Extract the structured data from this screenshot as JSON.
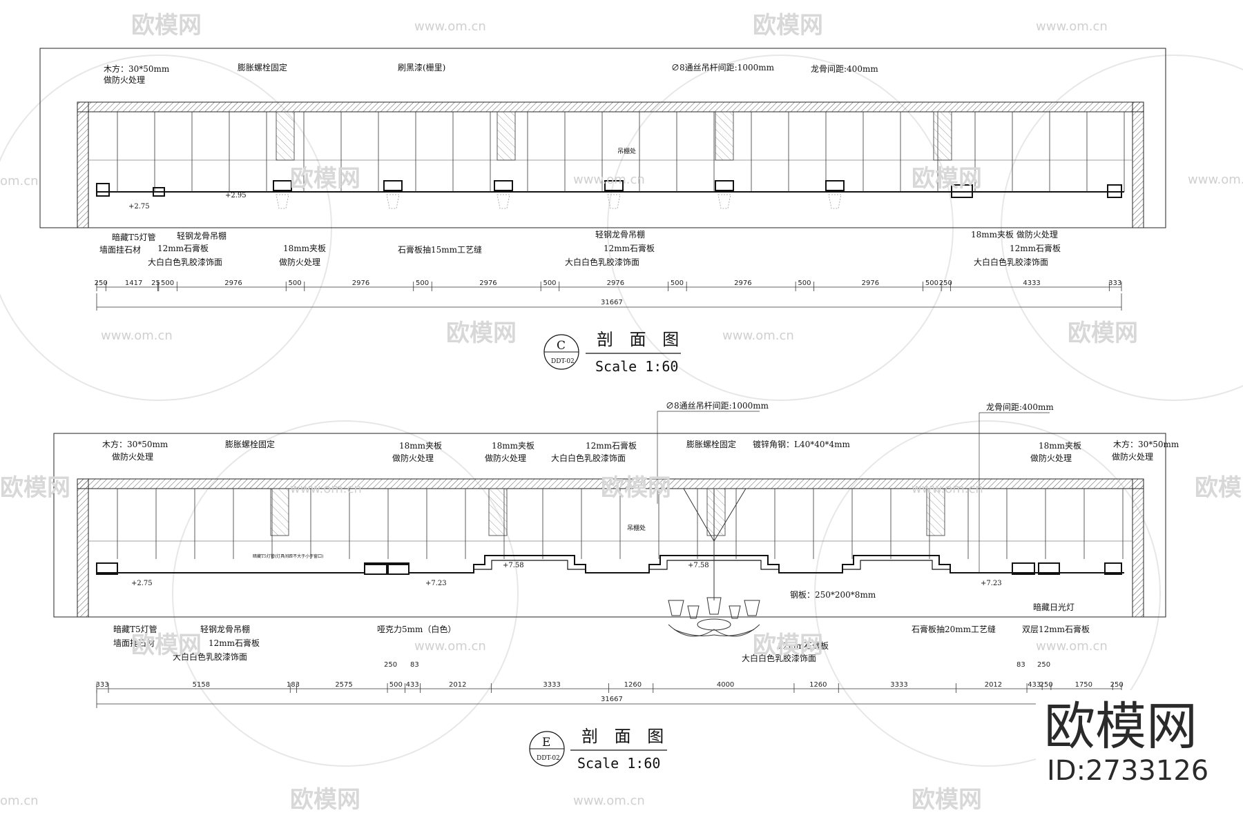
{
  "watermark": {
    "brand": "欧模网",
    "url": "www.om.cn",
    "url_short": "om.cn"
  },
  "corner": {
    "brand": "欧模网",
    "id": "ID:2733126"
  },
  "section_c": {
    "tag": "C",
    "sheet": "DDT-02",
    "title": "剖 面 图",
    "scale": "Scale 1:60",
    "top_labels": [
      {
        "text": "木方：30*50mm",
        "line2": "做防火处理"
      },
      {
        "text": "膨胀螺栓固定"
      },
      {
        "text": "刷黑漆(栅里)"
      },
      {
        "text": "∅8通丝吊杆间距:1000mm"
      },
      {
        "text": "龙骨间距:400mm"
      }
    ],
    "bottom_labels": [
      {
        "text": "暗藏T5灯管",
        "line2": "墙面挂石材"
      },
      {
        "text": "轻钢龙骨吊棚",
        "line2": "12mm石膏板",
        "line3": "大白白色乳胶漆饰面"
      },
      {
        "text": "18mm夹板",
        "line2": "做防火处理"
      },
      {
        "text": "石膏板抽15mm工艺缝"
      },
      {
        "text": "轻钢龙骨吊棚",
        "line2": "12mm石膏板",
        "line3": "大白白色乳胶漆饰面"
      },
      {
        "text": "18mm夹板 做防火处理",
        "line2": "12mm石膏板",
        "line3": "大白白色乳胶漆饰面"
      }
    ],
    "inner_labels": {
      "mid": "吊棚处",
      "lvl1": "+2.75",
      "lvl2": "+2.95"
    },
    "dims": [
      "250",
      "1417",
      "25",
      "500",
      "2976",
      "500",
      "2976",
      "500",
      "2976",
      "500",
      "2976",
      "500",
      "2976",
      "500",
      "2976",
      "500",
      "250",
      "4333",
      "333"
    ],
    "total": "31667"
  },
  "section_e": {
    "tag": "E",
    "sheet": "DDT-02",
    "title": "剖 面 图",
    "scale": "Scale 1:60",
    "top_labels": [
      {
        "text": "∅8通丝吊杆间距:1000mm"
      },
      {
        "text": "龙骨间距:400mm"
      },
      {
        "text": "木方：30*50mm",
        "line2": "做防火处理"
      },
      {
        "text": "膨胀螺栓固定"
      },
      {
        "text": "18mm夹板",
        "line2": "做防火处理"
      },
      {
        "text": "18mm夹板",
        "line2": "做防火处理"
      },
      {
        "text": "12mm石膏板",
        "line2": "大白白色乳胶漆饰面"
      },
      {
        "text": "膨胀螺栓固定"
      },
      {
        "text": "镀锌角钢：L40*40*4mm"
      },
      {
        "text": "18mm夹板",
        "line2": "做防火处理"
      },
      {
        "text": "木方：30*50mm",
        "line2": "做防火处理"
      }
    ],
    "bottom_labels": [
      {
        "text": "暗藏T5灯管",
        "line2": "墙面挂石材"
      },
      {
        "text": "轻钢龙骨吊棚",
        "line2": "12mm石膏板",
        "line3": "大白白色乳胶漆饰面"
      },
      {
        "text": "哑克力5mm（白色）"
      },
      {
        "text": "钢板：250*200*8mm"
      },
      {
        "text": "12mm石膏板",
        "line2": "大白白色乳胶漆饰面"
      },
      {
        "text": "石膏板抽20mm工艺缝"
      },
      {
        "text": "双层12mm石膏板"
      },
      {
        "text": "暗藏日光灯"
      }
    ],
    "inner_labels": {
      "mid": "吊棚处",
      "lvl1": "+2.75",
      "lvl2": "+7.23",
      "lvl3": "+7.58",
      "lvl4": "+7.58",
      "lvl5": "+7.23",
      "tiny": "暗藏T5灯管(灯具间距不大于小于窗口)"
    },
    "dims_top": [
      "250",
      "83",
      "83",
      "250"
    ],
    "dims": [
      "333",
      "5158",
      "183",
      "2575",
      "500",
      "433",
      "2012",
      "3333",
      "1260",
      "4000",
      "1260",
      "3333",
      "2012",
      "433",
      "250",
      "1750",
      "250"
    ],
    "total": "31667"
  }
}
